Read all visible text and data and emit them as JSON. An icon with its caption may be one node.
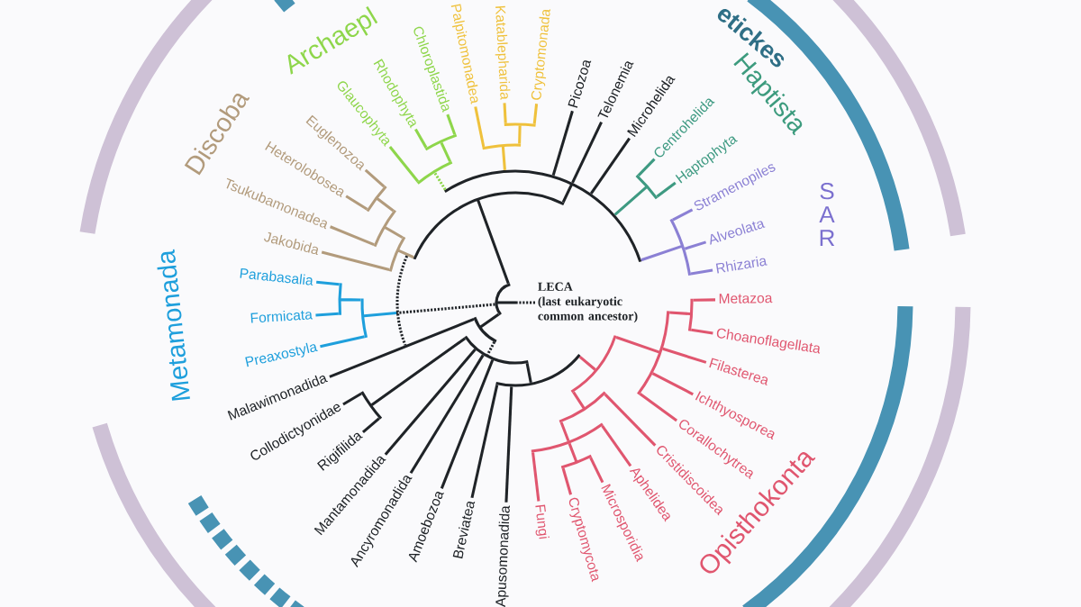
{
  "diagram": {
    "nodes": [
      {
        "text": [
          "LECA",
          "(last eukaryotic common ancestor)"
        ]
      },
      {
        "text": [],
        "shape": "arc"
      }
    ],
    "edges": [
      {
        "from": 0,
        "to": 1,
        "arrow": "none"
      }
    ],
    "labels": [
      "Metamonada",
      "Preaxostyla",
      "Formicata",
      "Parabasalia",
      "Discoba",
      "Tsukubamonadea",
      "Jakobida",
      "Heterolobosea",
      "Euglenozoa",
      "Archaepl",
      "Glaucophyta",
      "Rhodophyta",
      "Chloroplastida",
      "Palpitomonadea",
      "Katablepharida",
      "Cryptomonada",
      "Picozoa",
      "Telonemia",
      "Microhelida",
      "etickes",
      "Centrohelida",
      "Haptophyta",
      "Haptista",
      "Stramenopiles",
      "Alveolata",
      "Rhizaria",
      "SAR",
      "Malawimonadida",
      "Collodictyonidae",
      "Rigifilida",
      "Mantamonadida",
      "Ancyromonadida",
      "Amoebozoa",
      "Breviatea",
      "Apusomonadida",
      "Fungi",
      "Cryptomycota",
      "Microsporidia",
      "Aphelidea",
      "Cristidiscoidea",
      "Corallochytrea",
      "Ichthyosporea",
      "Filasterea",
      "Choanoflagellata",
      "Metazoa",
      "Opisthokonta"
    ]
  }
}
